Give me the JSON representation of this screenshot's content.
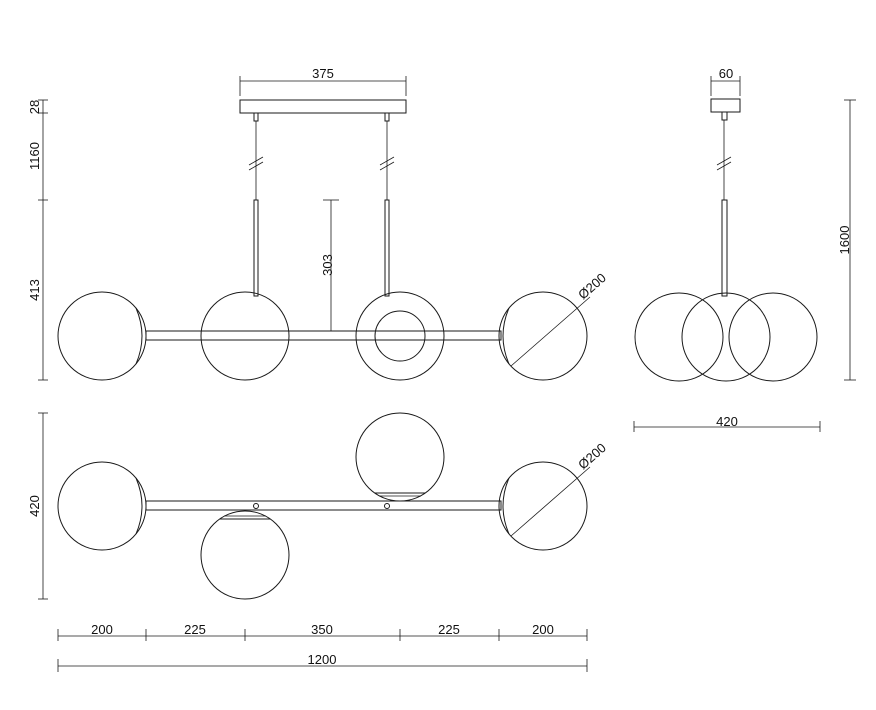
{
  "dimensions": {
    "canopy_length": "375",
    "canopy_depth": "60",
    "canopy_height": "28",
    "cable_length": "1160",
    "fixture_height": "413",
    "rod_length": "303",
    "total_height": "1600",
    "globe_diameter_front": "Ø200",
    "globe_diameter_top": "Ø200",
    "side_width": "420",
    "plan_depth": "420",
    "segment_1": "200",
    "segment_2": "225",
    "segment_3": "350",
    "segment_4": "225",
    "segment_5": "200",
    "total_length": "1200"
  }
}
